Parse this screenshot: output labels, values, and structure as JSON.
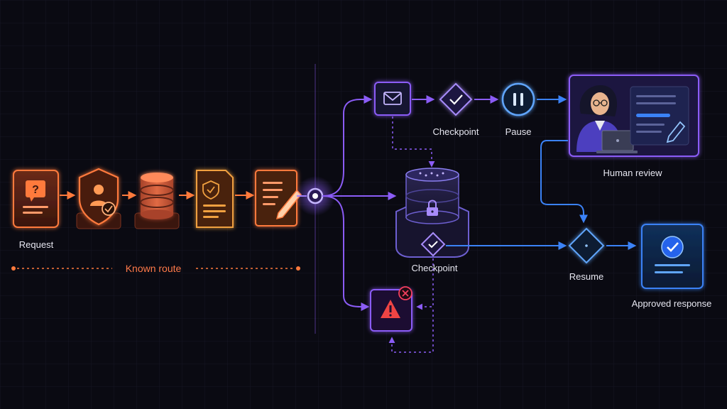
{
  "left_flow": {
    "request_label": "Request",
    "known_route_label": "Known route",
    "steps": [
      {
        "icon": "question-document-icon"
      },
      {
        "icon": "user-shield-icon"
      },
      {
        "icon": "database-stack-icon"
      },
      {
        "icon": "shield-document-icon"
      },
      {
        "icon": "edit-document-icon"
      }
    ]
  },
  "right_flow": {
    "checkpoint_top_label": "Checkpoint",
    "pause_label": "Pause",
    "human_review_label": "Human review",
    "checkpoint_mid_label": "Checkpoint",
    "resume_label": "Resume",
    "approved_label": "Approved response"
  },
  "colors": {
    "background": "#0a0a12",
    "orange": "#ff7a3c",
    "orange_dark": "#5a2416",
    "purple": "#8b5cf6",
    "purple_light": "#a78bfa",
    "blue": "#3b82f6",
    "blue_light": "#60a5fa",
    "red": "#ef4444",
    "text": "#e6e6f0"
  }
}
